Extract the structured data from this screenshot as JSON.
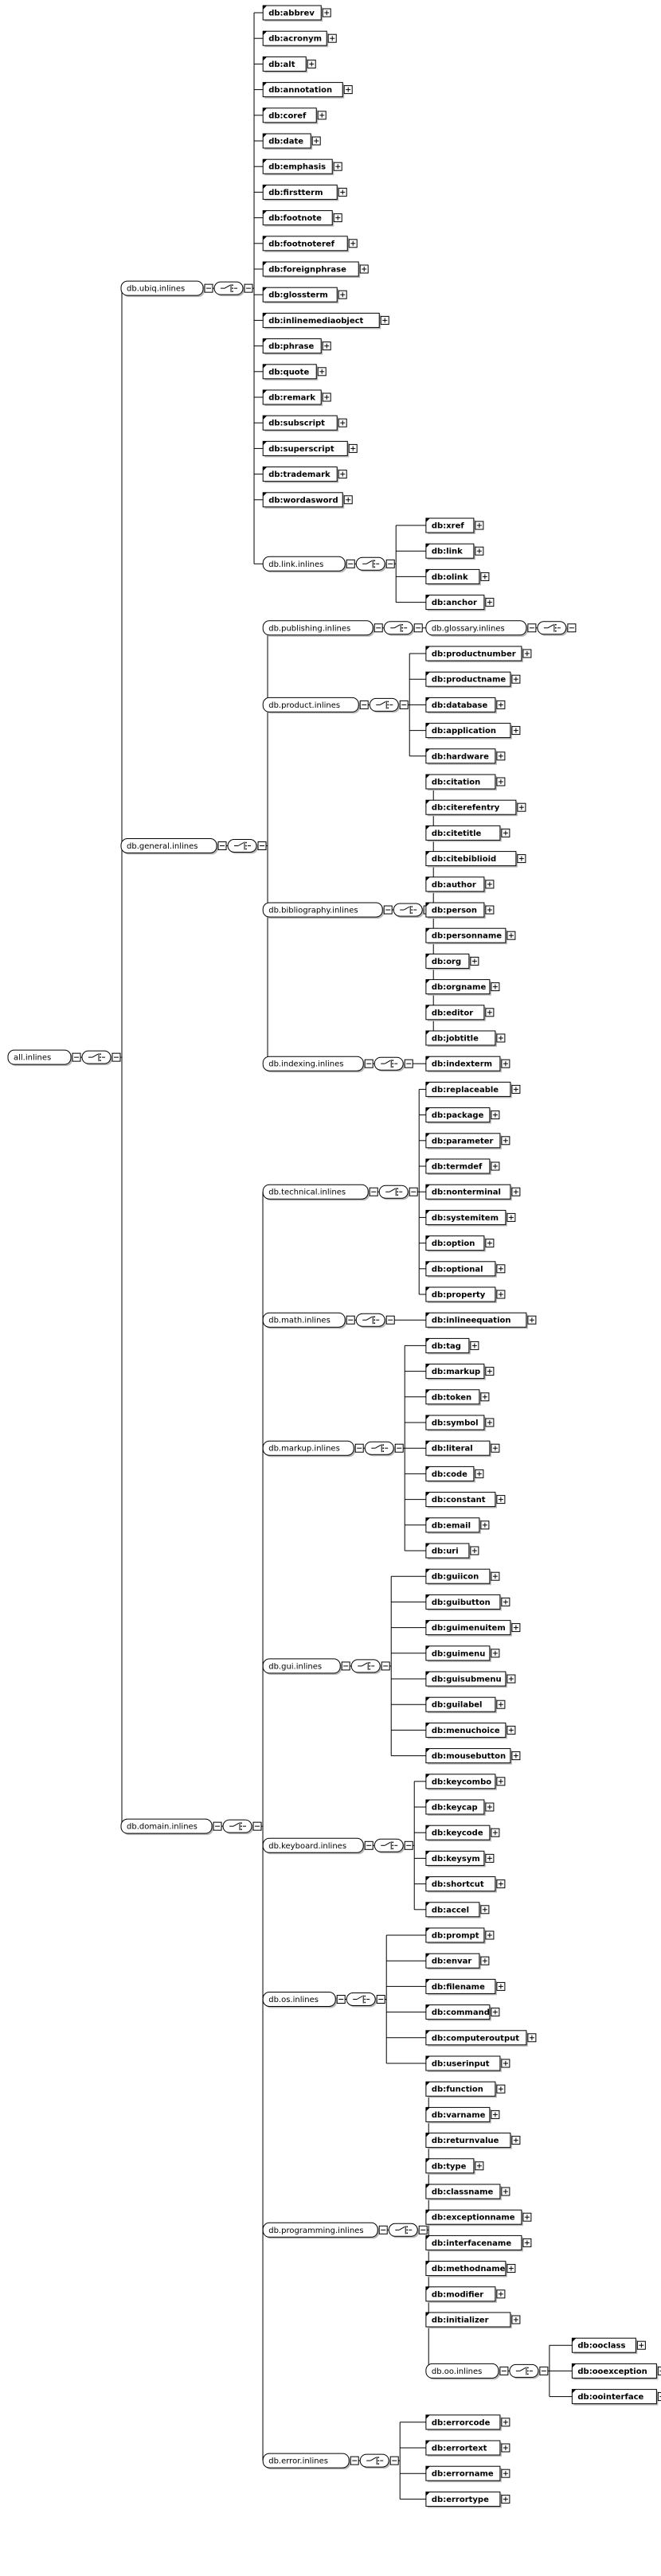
{
  "root": {
    "name": "all.inlines",
    "children": [
      {
        "name": "db.ubiq.inlines",
        "children": [
          {
            "name": "db:abbrev"
          },
          {
            "name": "db:acronym"
          },
          {
            "name": "db:alt"
          },
          {
            "name": "db:annotation"
          },
          {
            "name": "db:coref"
          },
          {
            "name": "db:date"
          },
          {
            "name": "db:emphasis"
          },
          {
            "name": "db:firstterm"
          },
          {
            "name": "db:footnote"
          },
          {
            "name": "db:footnoteref"
          },
          {
            "name": "db:foreignphrase"
          },
          {
            "name": "db:glossterm"
          },
          {
            "name": "db:inlinemediaobject"
          },
          {
            "name": "db:phrase"
          },
          {
            "name": "db:quote"
          },
          {
            "name": "db:remark"
          },
          {
            "name": "db:subscript"
          },
          {
            "name": "db:superscript"
          },
          {
            "name": "db:trademark"
          },
          {
            "name": "db:wordasword"
          },
          {
            "name": "db.link.inlines",
            "children": [
              {
                "name": "db:xref"
              },
              {
                "name": "db:link"
              },
              {
                "name": "db:olink"
              },
              {
                "name": "db:anchor"
              }
            ]
          }
        ]
      },
      {
        "name": "db.general.inlines",
        "children": [
          {
            "name": "db.publishing.inlines",
            "children": [
              {
                "name": "db.glossary.inlines",
                "children": []
              }
            ]
          },
          {
            "name": "db.product.inlines",
            "children": [
              {
                "name": "db:productnumber"
              },
              {
                "name": "db:productname"
              },
              {
                "name": "db:database"
              },
              {
                "name": "db:application"
              },
              {
                "name": "db:hardware"
              }
            ]
          },
          {
            "name": "db.bibliography.inlines",
            "children": [
              {
                "name": "db:citation"
              },
              {
                "name": "db:citerefentry"
              },
              {
                "name": "db:citetitle"
              },
              {
                "name": "db:citebiblioid"
              },
              {
                "name": "db:author"
              },
              {
                "name": "db:person"
              },
              {
                "name": "db:personname"
              },
              {
                "name": "db:org"
              },
              {
                "name": "db:orgname"
              },
              {
                "name": "db:editor"
              },
              {
                "name": "db:jobtitle"
              }
            ]
          },
          {
            "name": "db.indexing.inlines",
            "children": [
              {
                "name": "db:indexterm"
              }
            ]
          }
        ]
      },
      {
        "name": "db.domain.inlines",
        "children": [
          {
            "name": "db.technical.inlines",
            "children": [
              {
                "name": "db:replaceable"
              },
              {
                "name": "db:package"
              },
              {
                "name": "db:parameter"
              },
              {
                "name": "db:termdef"
              },
              {
                "name": "db:nonterminal"
              },
              {
                "name": "db:systemitem"
              },
              {
                "name": "db:option"
              },
              {
                "name": "db:optional"
              },
              {
                "name": "db:property"
              }
            ]
          },
          {
            "name": "db.math.inlines",
            "children": [
              {
                "name": "db:inlineequation"
              }
            ]
          },
          {
            "name": "db.markup.inlines",
            "children": [
              {
                "name": "db:tag"
              },
              {
                "name": "db:markup"
              },
              {
                "name": "db:token"
              },
              {
                "name": "db:symbol"
              },
              {
                "name": "db:literal"
              },
              {
                "name": "db:code"
              },
              {
                "name": "db:constant"
              },
              {
                "name": "db:email"
              },
              {
                "name": "db:uri"
              }
            ]
          },
          {
            "name": "db.gui.inlines",
            "children": [
              {
                "name": "db:guiicon"
              },
              {
                "name": "db:guibutton"
              },
              {
                "name": "db:guimenuitem"
              },
              {
                "name": "db:guimenu"
              },
              {
                "name": "db:guisubmenu"
              },
              {
                "name": "db:guilabel"
              },
              {
                "name": "db:menuchoice"
              },
              {
                "name": "db:mousebutton"
              }
            ]
          },
          {
            "name": "db.keyboard.inlines",
            "children": [
              {
                "name": "db:keycombo"
              },
              {
                "name": "db:keycap"
              },
              {
                "name": "db:keycode"
              },
              {
                "name": "db:keysym"
              },
              {
                "name": "db:shortcut"
              },
              {
                "name": "db:accel"
              }
            ]
          },
          {
            "name": "db.os.inlines",
            "children": [
              {
                "name": "db:prompt"
              },
              {
                "name": "db:envar"
              },
              {
                "name": "db:filename"
              },
              {
                "name": "db:command"
              },
              {
                "name": "db:computeroutput"
              },
              {
                "name": "db:userinput"
              }
            ]
          },
          {
            "name": "db.programming.inlines",
            "children": [
              {
                "name": "db:function"
              },
              {
                "name": "db:varname"
              },
              {
                "name": "db:returnvalue"
              },
              {
                "name": "db:type"
              },
              {
                "name": "db:classname"
              },
              {
                "name": "db:exceptionname"
              },
              {
                "name": "db:interfacename"
              },
              {
                "name": "db:methodname"
              },
              {
                "name": "db:modifier"
              },
              {
                "name": "db:initializer"
              },
              {
                "name": "db.oo.inlines",
                "children": [
                  {
                    "name": "db:ooclass"
                  },
                  {
                    "name": "db:ooexception"
                  },
                  {
                    "name": "db:oointerface"
                  }
                ]
              }
            ]
          },
          {
            "name": "db.error.inlines",
            "children": [
              {
                "name": "db:errorcode"
              },
              {
                "name": "db:errortext"
              },
              {
                "name": "db:errorname"
              },
              {
                "name": "db:errortype"
              }
            ]
          }
        ]
      }
    ]
  }
}
